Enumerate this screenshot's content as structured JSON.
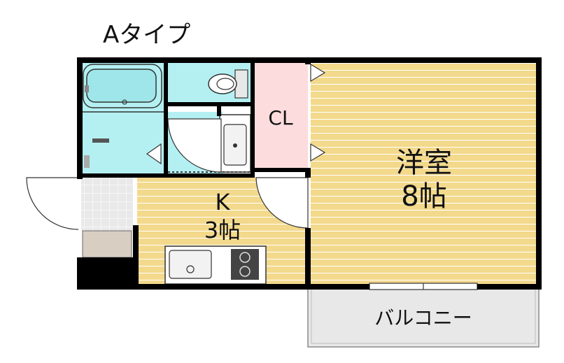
{
  "plan_title": "Aタイプ",
  "rooms": {
    "western": {
      "name": "洋室",
      "size": "8帖"
    },
    "kitchen": {
      "name": "K",
      "size": "3帖"
    },
    "closet": {
      "name": "CL"
    },
    "balcony": {
      "name": "バルコニー"
    }
  },
  "colors": {
    "floor_wood": "#f3d98c",
    "floor_stripe": "#ffffff",
    "wet_area": "#b4f0f2",
    "closet": "#fcdcdc",
    "entrance_tile": "#e6e6e6",
    "shoe_box": "#d8cfc2",
    "balcony": "#e8e8e8",
    "wall": "#000000"
  }
}
